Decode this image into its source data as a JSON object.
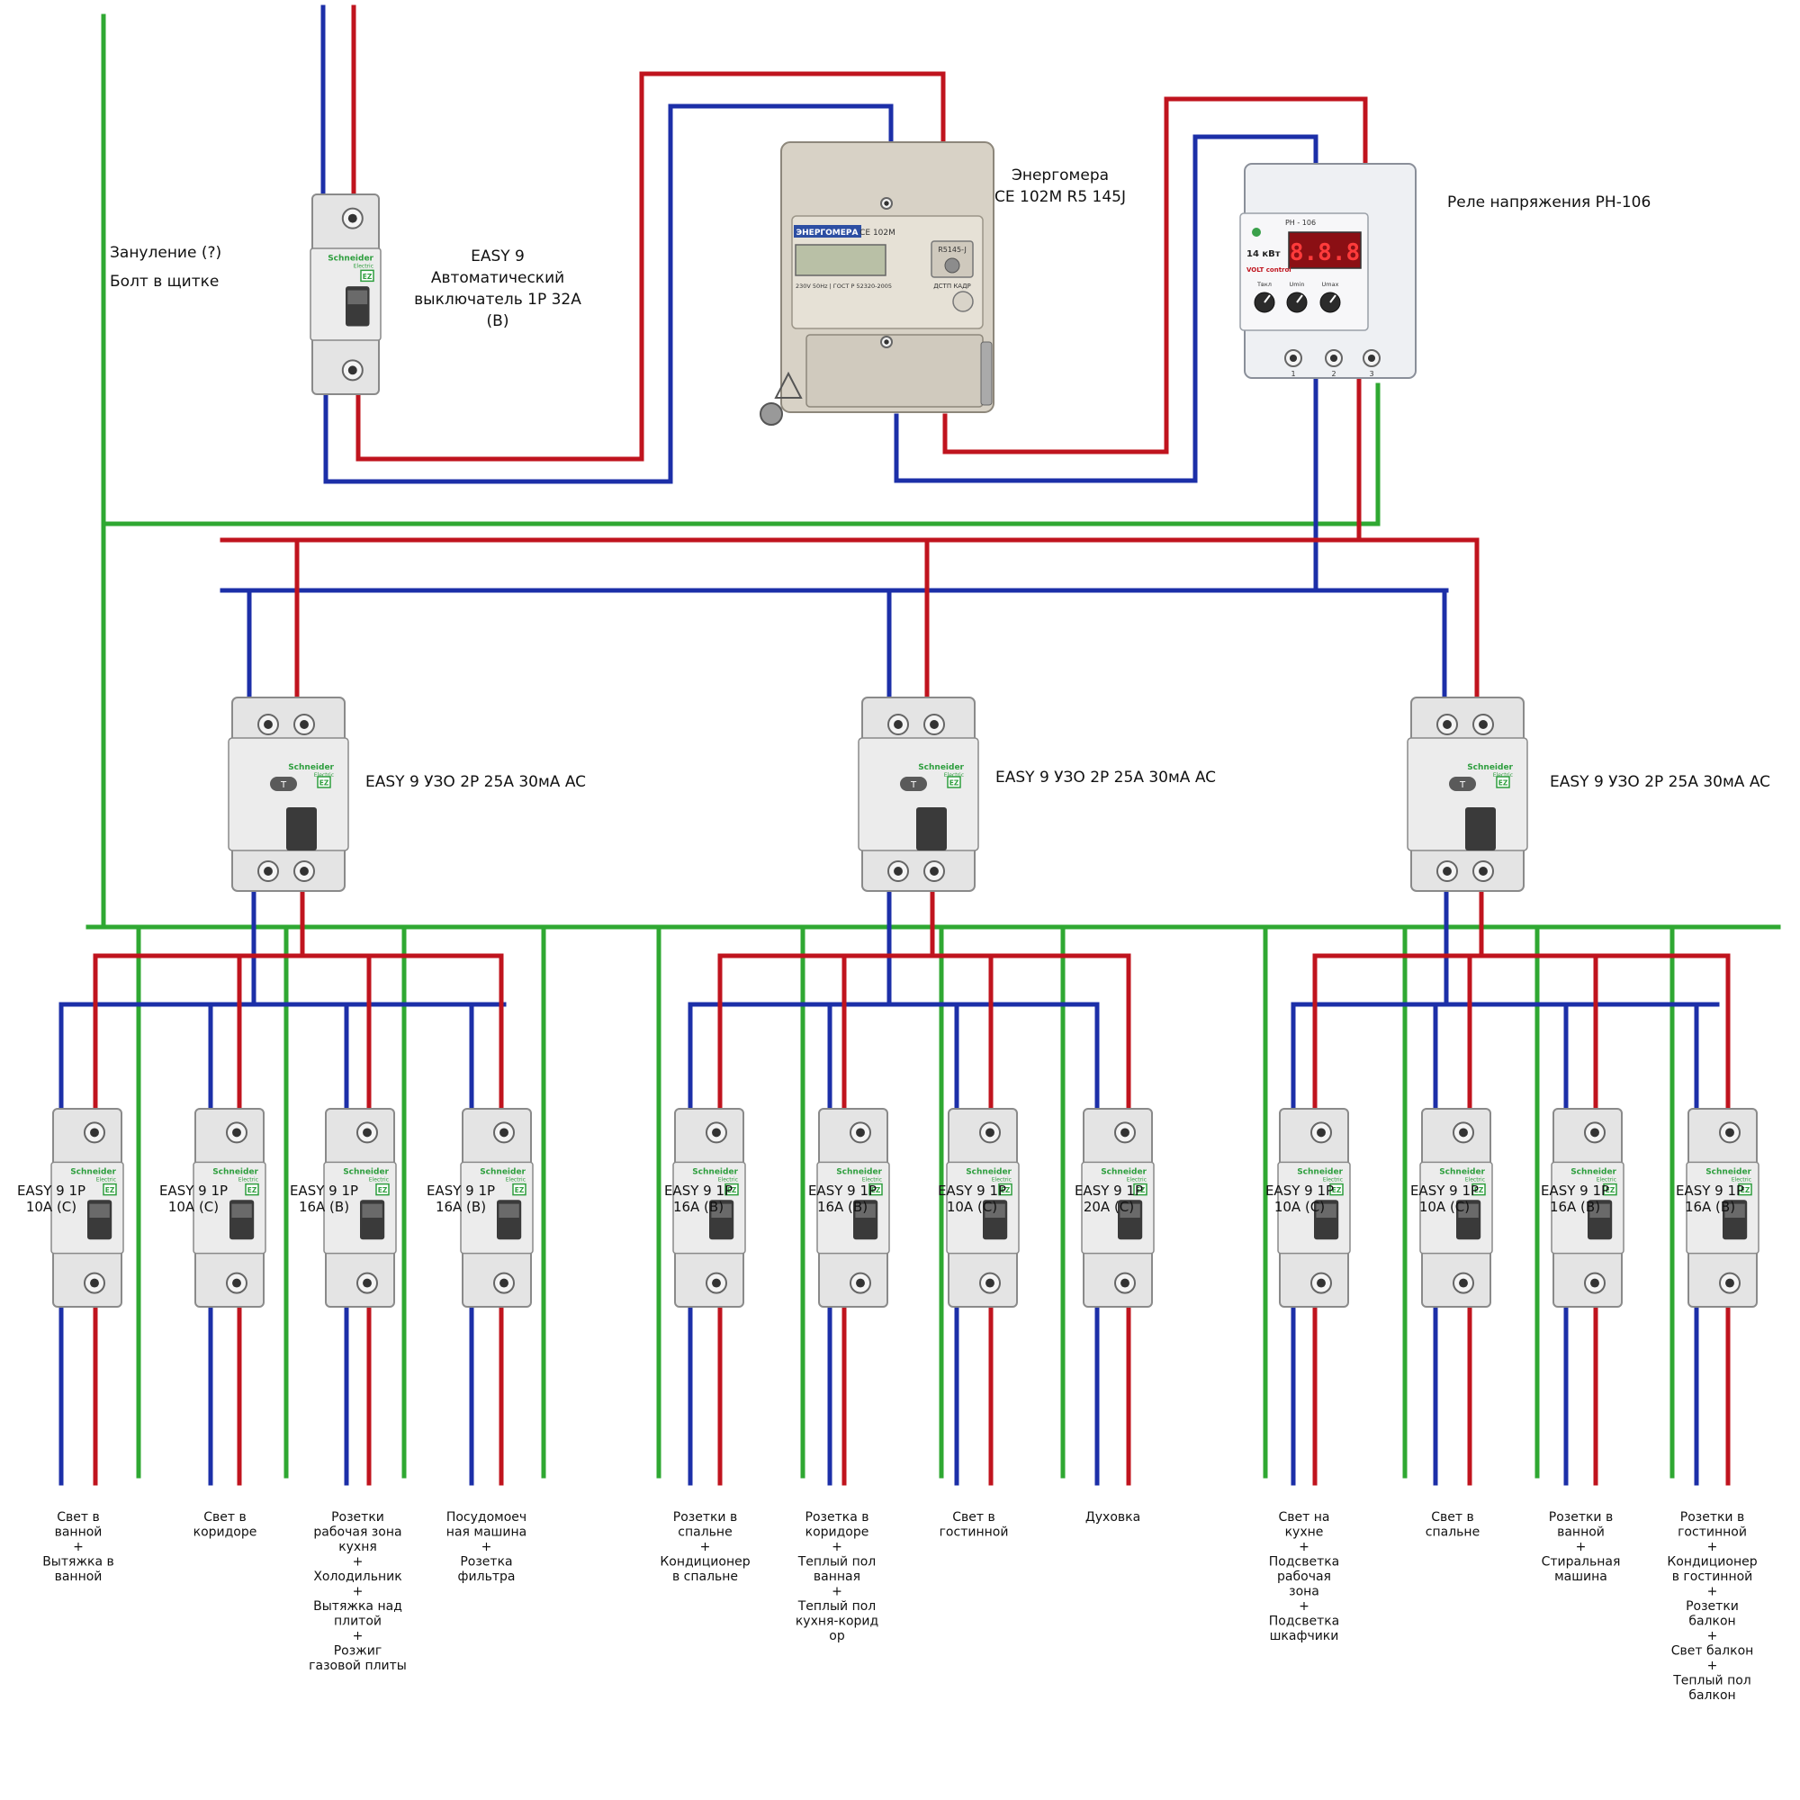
{
  "colors": {
    "phase": "#c0141e",
    "neutral": "#1c2fa8",
    "ground": "#2fa832",
    "device_body": "#e4e4e4",
    "device_outline": "#8a8a8a",
    "brand_green": "#2e9e3e"
  },
  "ground_labels": [
    "Зануление (?)",
    "Болт в щитке"
  ],
  "main_breaker": {
    "label_lines": [
      "EASY 9",
      "Автоматический",
      "выключатель 1P 32A",
      "(B)"
    ]
  },
  "meter": {
    "label_lines": [
      "Энергомера",
      "CE 102M R5 145J"
    ],
    "brand_text": "ЭНЕРГОМЕРА",
    "model_text": "CE 102M",
    "spec_text": "230V 50Hz | ГОСТ Р 52320-2005",
    "serial_text": "R5145-J",
    "button_text": "ДСТП КАДР"
  },
  "relay": {
    "label_lines": [
      "Реле напряжения РН-106"
    ],
    "display": "8.8.8",
    "model_text": "РН - 106",
    "power_text": "14 кВт",
    "brand_text": "VOLT control",
    "knob_labels": [
      "Твкл",
      "Umin",
      "Umax"
    ],
    "terminal_labels": [
      "1",
      "2",
      "3"
    ]
  },
  "device_brand": {
    "name": "Schneider",
    "sub": "Electric",
    "badge": "EZ",
    "test_button": "T"
  },
  "rcds": [
    {
      "label": "EASY 9 УЗО 2P 25A 30мА AC"
    },
    {
      "label": "EASY 9 УЗО 2P 25A 30мА AC"
    },
    {
      "label": "EASY 9 УЗО 2P 25A 30мА AC"
    }
  ],
  "breakers": [
    {
      "label_lines": [
        "EASY 9 1P",
        "10A (C)"
      ],
      "desc_lines": [
        "Свет в",
        "ванной",
        "+",
        "Вытяжка в",
        "ванной"
      ]
    },
    {
      "label_lines": [
        "EASY 9 1P",
        "10A (C)"
      ],
      "desc_lines": [
        "Свет в",
        "коридоре"
      ]
    },
    {
      "label_lines": [
        "EASY 9   1P",
        "16A (B)"
      ],
      "desc_lines": [
        "Розетки",
        "рабочая зона",
        "кухня",
        "+",
        "Холодильник",
        "+",
        "Вытяжка над",
        "плитой",
        "+",
        "Розжиг",
        "газовой плиты"
      ]
    },
    {
      "label_lines": [
        "EASY 9 1P",
        "16A (B)"
      ],
      "desc_lines": [
        "Посудомоеч",
        "ная машина",
        "+",
        "Розетка",
        "фильтра"
      ]
    },
    {
      "label_lines": [
        "EASY 9 1P",
        "16A (B)"
      ],
      "desc_lines": [
        "Розетки в",
        "спальне",
        "+",
        "Кондиционер",
        "в спальне"
      ]
    },
    {
      "label_lines": [
        "EASY 9 1P",
        "16A (B)"
      ],
      "desc_lines": [
        "Розетка в",
        "коридоре",
        "+",
        "Теплый пол",
        "ванная",
        "+",
        "Теплый пол",
        "кухня-корид",
        "ор"
      ]
    },
    {
      "label_lines": [
        "EASY 9 1P",
        "10A (C)"
      ],
      "desc_lines": [
        "Свет в",
        "гостинной"
      ]
    },
    {
      "label_lines": [
        "EASY 9 1P",
        "20A (C)"
      ],
      "desc_lines": [
        "Духовка"
      ]
    },
    {
      "label_lines": [
        "EASY 9 1P",
        "10A (C)"
      ],
      "desc_lines": [
        "Свет на",
        "кухне",
        "+",
        "Подсветка",
        "рабочая",
        "зона",
        "+",
        "Подсветка",
        "шкафчики"
      ]
    },
    {
      "label_lines": [
        "EASY 9 1P",
        "10A (C)"
      ],
      "desc_lines": [
        "Свет в",
        "спальне"
      ]
    },
    {
      "label_lines": [
        "EASY 9 1P",
        "16A (B)"
      ],
      "desc_lines": [
        "Розетки в",
        "ванной",
        "+",
        "Стиральная",
        "машина"
      ]
    },
    {
      "label_lines": [
        "EASY 9 1P",
        "16A (B)"
      ],
      "desc_lines": [
        "Розетки в",
        "гостинной",
        "+",
        "Кондиционер",
        "в гостинной",
        "+",
        "Розетки",
        "балкон",
        "+",
        "Свет балкон",
        "+",
        "Теплый пол",
        "балкон"
      ]
    }
  ]
}
